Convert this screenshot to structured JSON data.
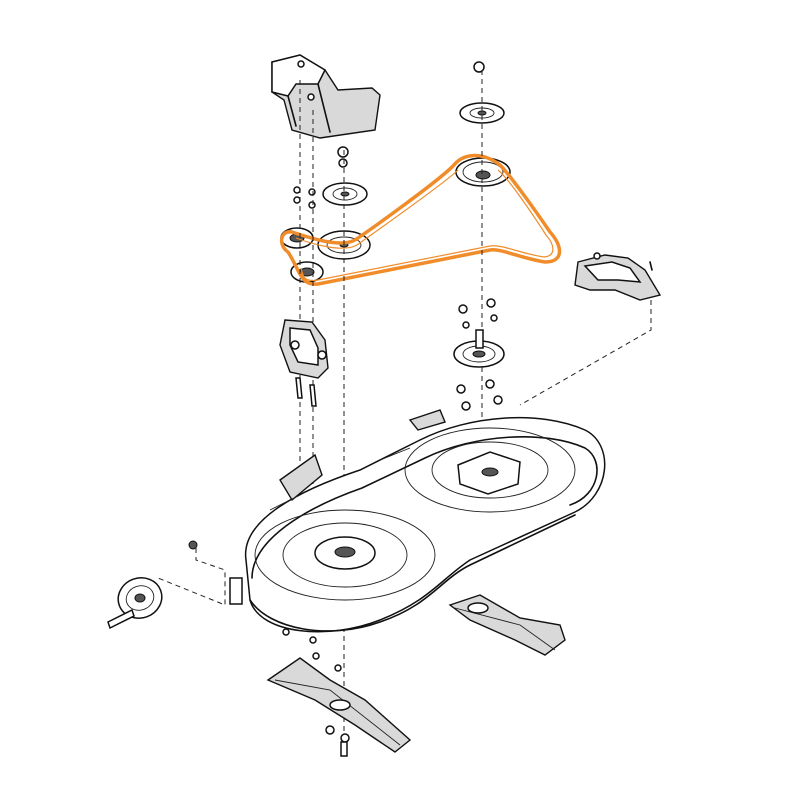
{
  "colors": {
    "background": "#ffffff",
    "line_art": "#111111",
    "belt_highlight": "#f08c2a",
    "shading": "#d9d9d9"
  },
  "parts": [
    "belt-guard-top",
    "spindle-pulley-top-right",
    "idler-pulley-stack",
    "mule-drive-belt",
    "idler-bracket",
    "belt-guard-right",
    "spindle-assembly-right",
    "mower-deck-housing",
    "gauge-wheel",
    "mower-blade-left",
    "mower-blade-right"
  ]
}
